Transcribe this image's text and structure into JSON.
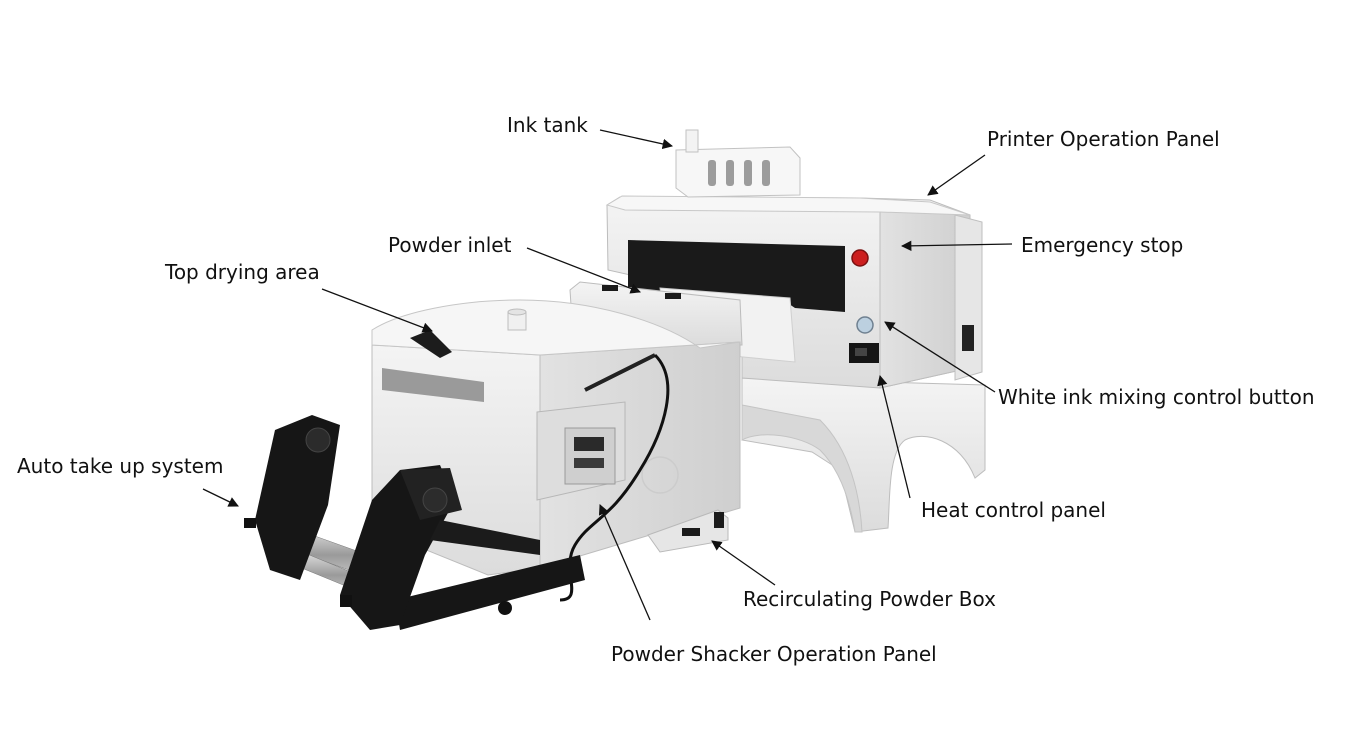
{
  "labels": {
    "ink_tank": "Ink tank",
    "printer_operation_panel": "Printer Operation Panel",
    "powder_inlet": "Powder inlet",
    "emergency_stop": "Emergency stop",
    "top_drying_area": "Top drying area",
    "white_ink_mixing": "White ink mixing control button",
    "auto_take_up": "Auto take up system",
    "heat_control_panel": "Heat control panel",
    "recirculating_powder_box": "Recirculating Powder Box",
    "powder_shacker_panel": "Powder Shacker Operation Panel"
  },
  "colors": {
    "body_white": "#eeeeee",
    "shadow_grey": "#c9c9c9",
    "dark_slot": "#1a1a1a",
    "black_frame": "#161616",
    "stop_red": "#cc1f1f",
    "arrow": "#111111"
  }
}
